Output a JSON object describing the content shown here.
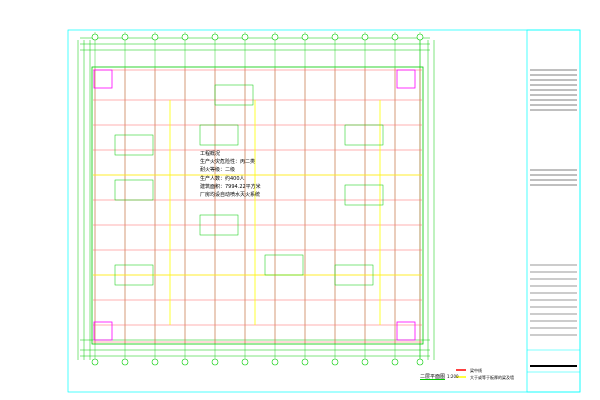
{
  "drawing": {
    "notes": [
      "工程概况",
      "生产火灾危险性：丙二类",
      "耐火等级：二级",
      "生产人数：约400人",
      "建筑面积：7994.22平方米",
      "厂房均设自动喷水灭火系统"
    ],
    "plan_title": "二层平面图",
    "plan_scale": "1:200",
    "legend": [
      {
        "label": "梁中线",
        "color": "#ff0000"
      },
      {
        "label": "大于或等于板厚的梁及墙",
        "color": "#ffff00"
      }
    ],
    "colors": {
      "grid": "#ff6666",
      "beam": "#ffff00",
      "dimension": "#00cc00",
      "frame": "#00ffff",
      "highlight": "#ff00ff"
    }
  }
}
